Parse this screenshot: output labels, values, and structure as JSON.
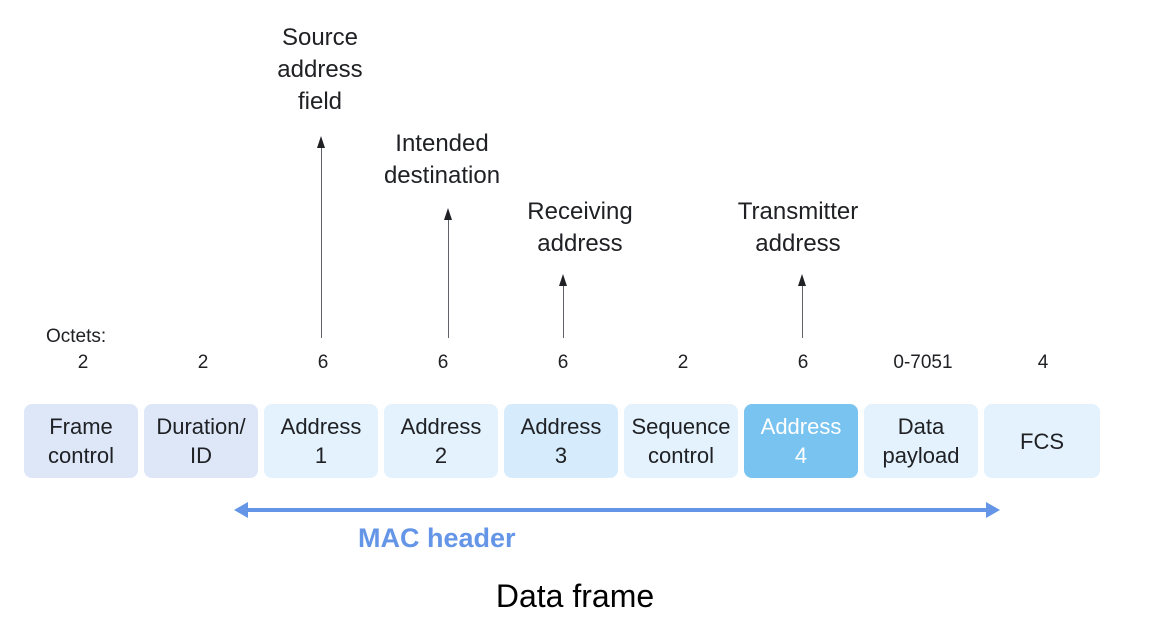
{
  "diagram": {
    "title": "Data frame",
    "octets_label": "Octets:",
    "mac_header_label": "MAC header",
    "colors": {
      "field_default": "#e3f2fd",
      "field_control": "#dde7f8",
      "field_highlight": "#79c3f0",
      "mac_header": "#6495e6",
      "text_dark": "#202124",
      "text_on_highlight": "#ffffff"
    },
    "fields": [
      {
        "label": "Frame\ncontrol",
        "octets": "2"
      },
      {
        "label": "Duration/\nID",
        "octets": "2"
      },
      {
        "label": "Address\n1",
        "octets": "6"
      },
      {
        "label": "Address\n2",
        "octets": "6"
      },
      {
        "label": "Address\n3",
        "octets": "6"
      },
      {
        "label": "Sequence\ncontrol",
        "octets": "2"
      },
      {
        "label": "Address\n4",
        "octets": "6",
        "highlighted": true
      },
      {
        "label": "Data\npayload",
        "octets": "0-7051"
      },
      {
        "label": "FCS",
        "octets": "4"
      }
    ],
    "annotations": [
      {
        "text": "Source\naddress\nfield",
        "points_to": "Address 1"
      },
      {
        "text": "Intended\ndestination",
        "points_to": "Address 2"
      },
      {
        "text": "Receiving\naddress",
        "points_to": "Address 3"
      },
      {
        "text": "Transmitter\naddress",
        "points_to": "Address 4"
      }
    ]
  }
}
